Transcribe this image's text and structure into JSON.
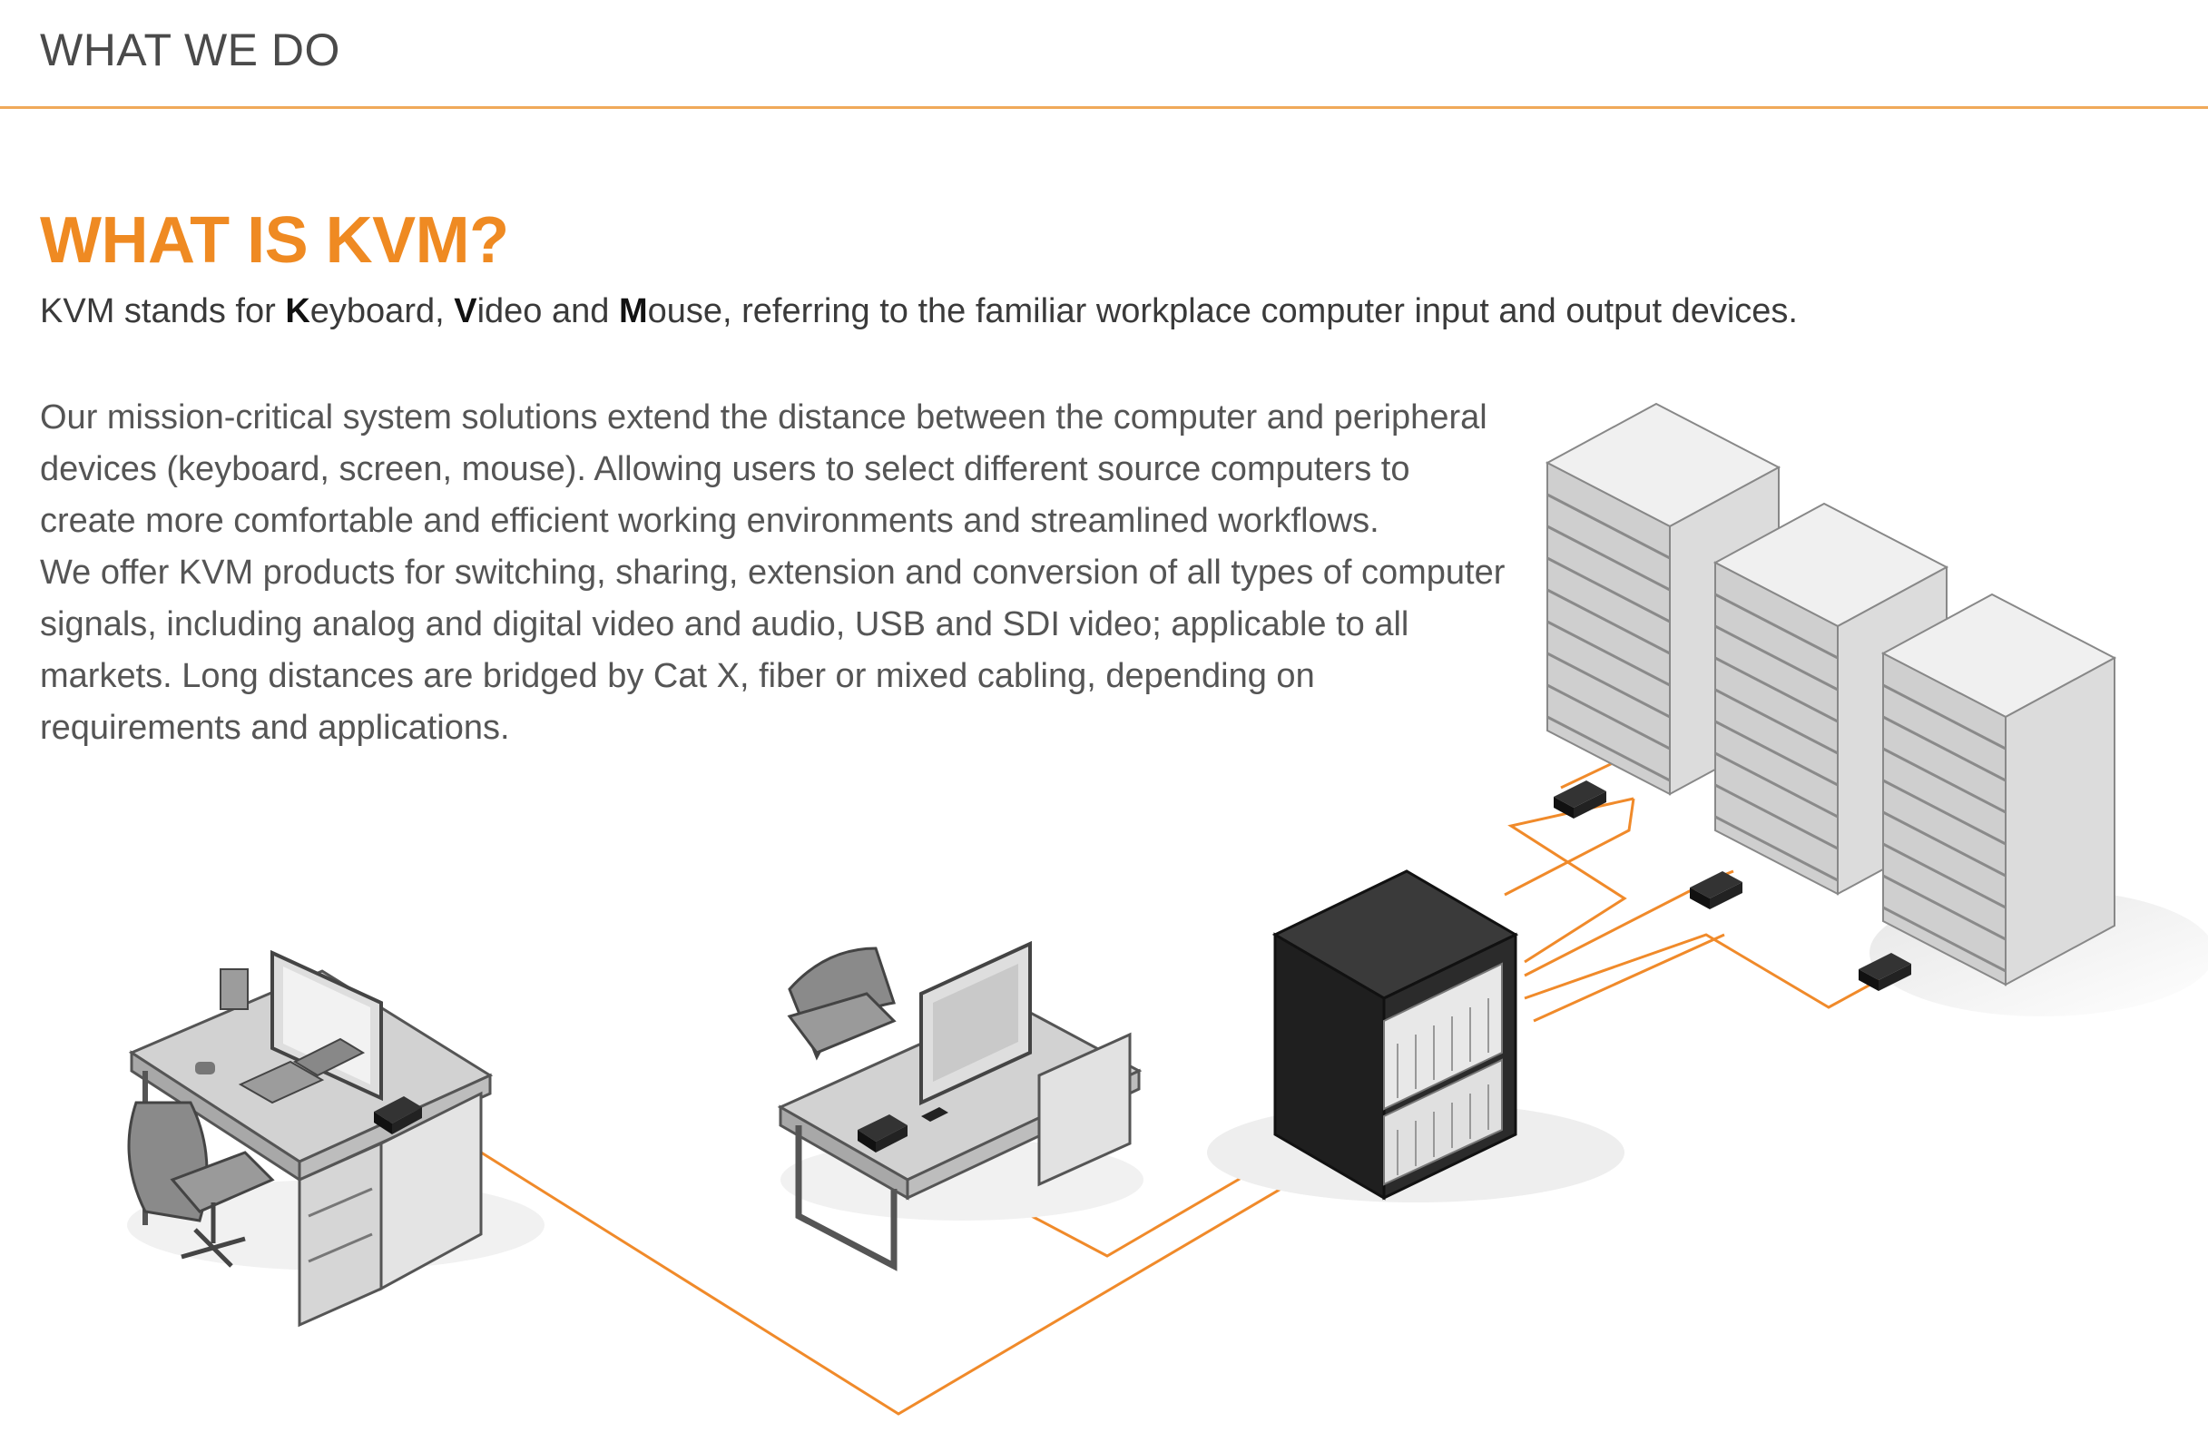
{
  "header": {
    "title": "WHAT WE DO"
  },
  "section": {
    "title": "WHAT IS KVM?",
    "intro": {
      "prefix": "KVM stands for ",
      "k": "K",
      "k_rest": "eyboard, ",
      "v": "V",
      "v_rest": "ideo and ",
      "m": "M",
      "m_rest": "ouse, referring to the familiar workplace computer input and output devices."
    },
    "paragraph_1": "Our mission-critical system solutions extend the distance between the computer and peripheral devices (keyboard, screen, mouse). Allowing users to select different source computers to create more comfortable and efficient working environments and streamlined workflows.",
    "paragraph_2": "We offer KVM products for switching, sharing, extension and conversion of all types of computer signals, including analog and digital video and audio, USB and SDI video; applicable to all markets. Long distances are bridged by Cat X, fiber or mixed cabling, depending on requirements and applications."
  },
  "colors": {
    "accent": "#ef8a22",
    "rule": "#f0a95a",
    "cable": "#f08a2a",
    "text": "#555555"
  },
  "icons": {
    "workstation_1": "desk-with-monitor-illustration",
    "workstation_2": "desk-with-monitor-illustration",
    "switch": "kvm-matrix-switch-rack-illustration",
    "servers": "server-stack-illustration",
    "extender": "kvm-extender-box-icon"
  }
}
